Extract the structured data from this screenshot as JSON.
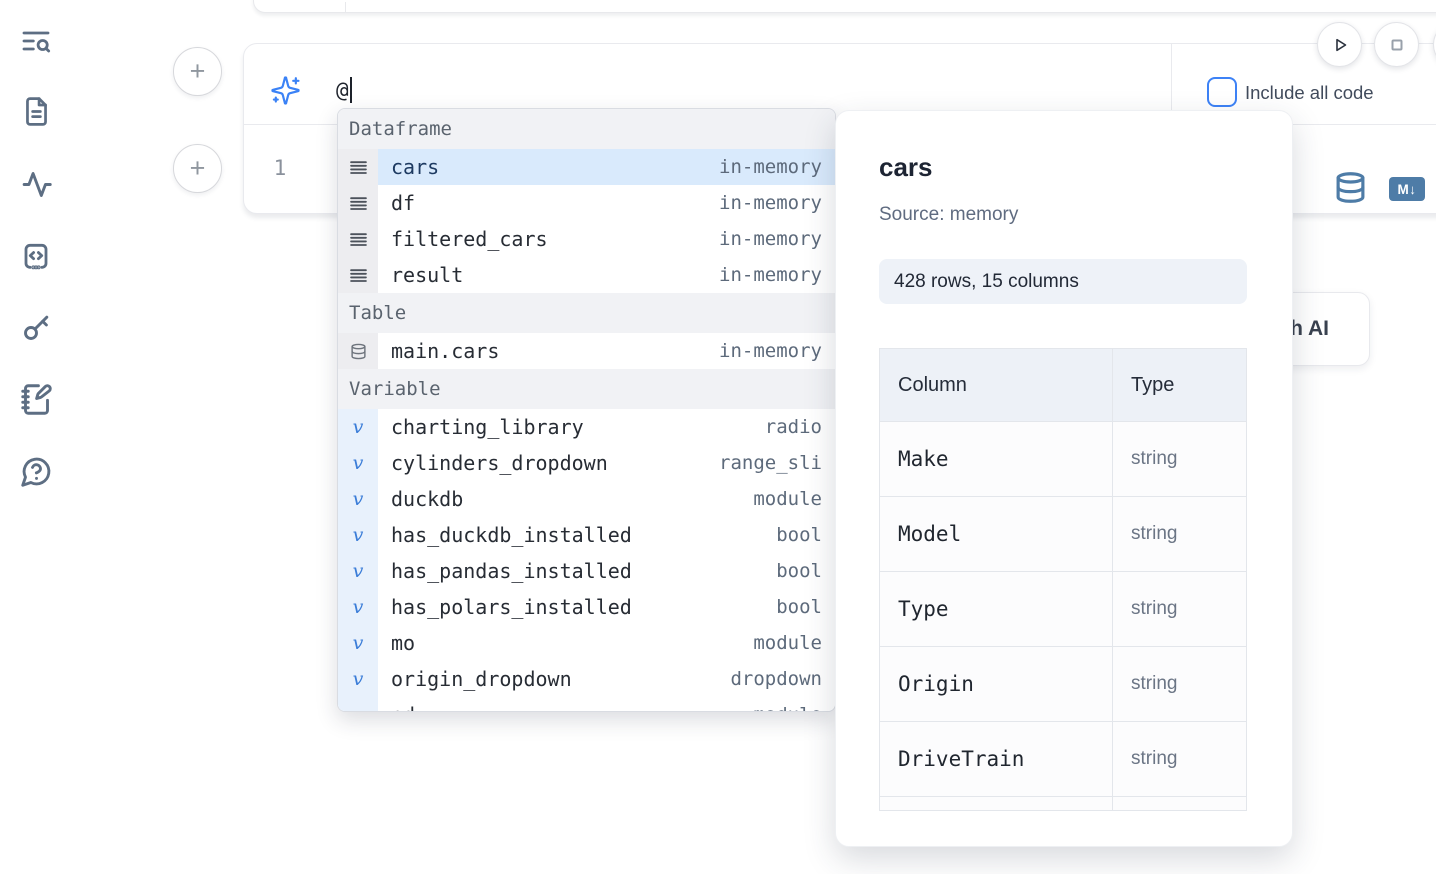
{
  "colors": {
    "accent_blue": "#3b82f6",
    "steel_icon_blue": "#4e7ca7",
    "selected_row_bg": "#d9eafc"
  },
  "sidebar": {
    "icons": [
      {
        "name": "list-search"
      },
      {
        "name": "file-text"
      },
      {
        "name": "activity"
      },
      {
        "name": "code-snippet"
      },
      {
        "name": "key"
      },
      {
        "name": "notebook-pen"
      },
      {
        "name": "help-chat"
      }
    ]
  },
  "cell": {
    "prompt_value": "@",
    "include_all_code_label": "Include all code",
    "line_number": "1",
    "markdown_badge": "M↓"
  },
  "autocomplete": {
    "sections": [
      {
        "label": "Dataframe",
        "kind": "dataframe",
        "items": [
          {
            "name": "cars",
            "type": "in-memory",
            "selected": true
          },
          {
            "name": "df",
            "type": "in-memory"
          },
          {
            "name": "filtered_cars",
            "type": "in-memory"
          },
          {
            "name": "result",
            "type": "in-memory"
          }
        ]
      },
      {
        "label": "Table",
        "kind": "table",
        "items": [
          {
            "name": "main.cars",
            "type": "in-memory"
          }
        ]
      },
      {
        "label": "Variable",
        "kind": "variable",
        "items": [
          {
            "name": "charting_library",
            "type": "radio"
          },
          {
            "name": "cylinders_dropdown",
            "type": "range_sli"
          },
          {
            "name": "duckdb",
            "type": "module"
          },
          {
            "name": "has_duckdb_installed",
            "type": "bool"
          },
          {
            "name": "has_pandas_installed",
            "type": "bool"
          },
          {
            "name": "has_polars_installed",
            "type": "bool"
          },
          {
            "name": "mo",
            "type": "module"
          },
          {
            "name": "origin_dropdown",
            "type": "dropdown"
          },
          {
            "name": "pd",
            "type": "module"
          }
        ]
      }
    ]
  },
  "preview": {
    "title": "cars",
    "source": "Source: memory",
    "shape_badge": "428 rows, 15 columns",
    "table": {
      "col_header": "Column",
      "type_header": "Type",
      "rows": [
        {
          "column": "Make",
          "type": "string"
        },
        {
          "column": "Model",
          "type": "string"
        },
        {
          "column": "Type",
          "type": "string"
        },
        {
          "column": "Origin",
          "type": "string"
        },
        {
          "column": "DriveTrain",
          "type": "string"
        }
      ]
    }
  },
  "ai_button": {
    "label": "with AI"
  }
}
